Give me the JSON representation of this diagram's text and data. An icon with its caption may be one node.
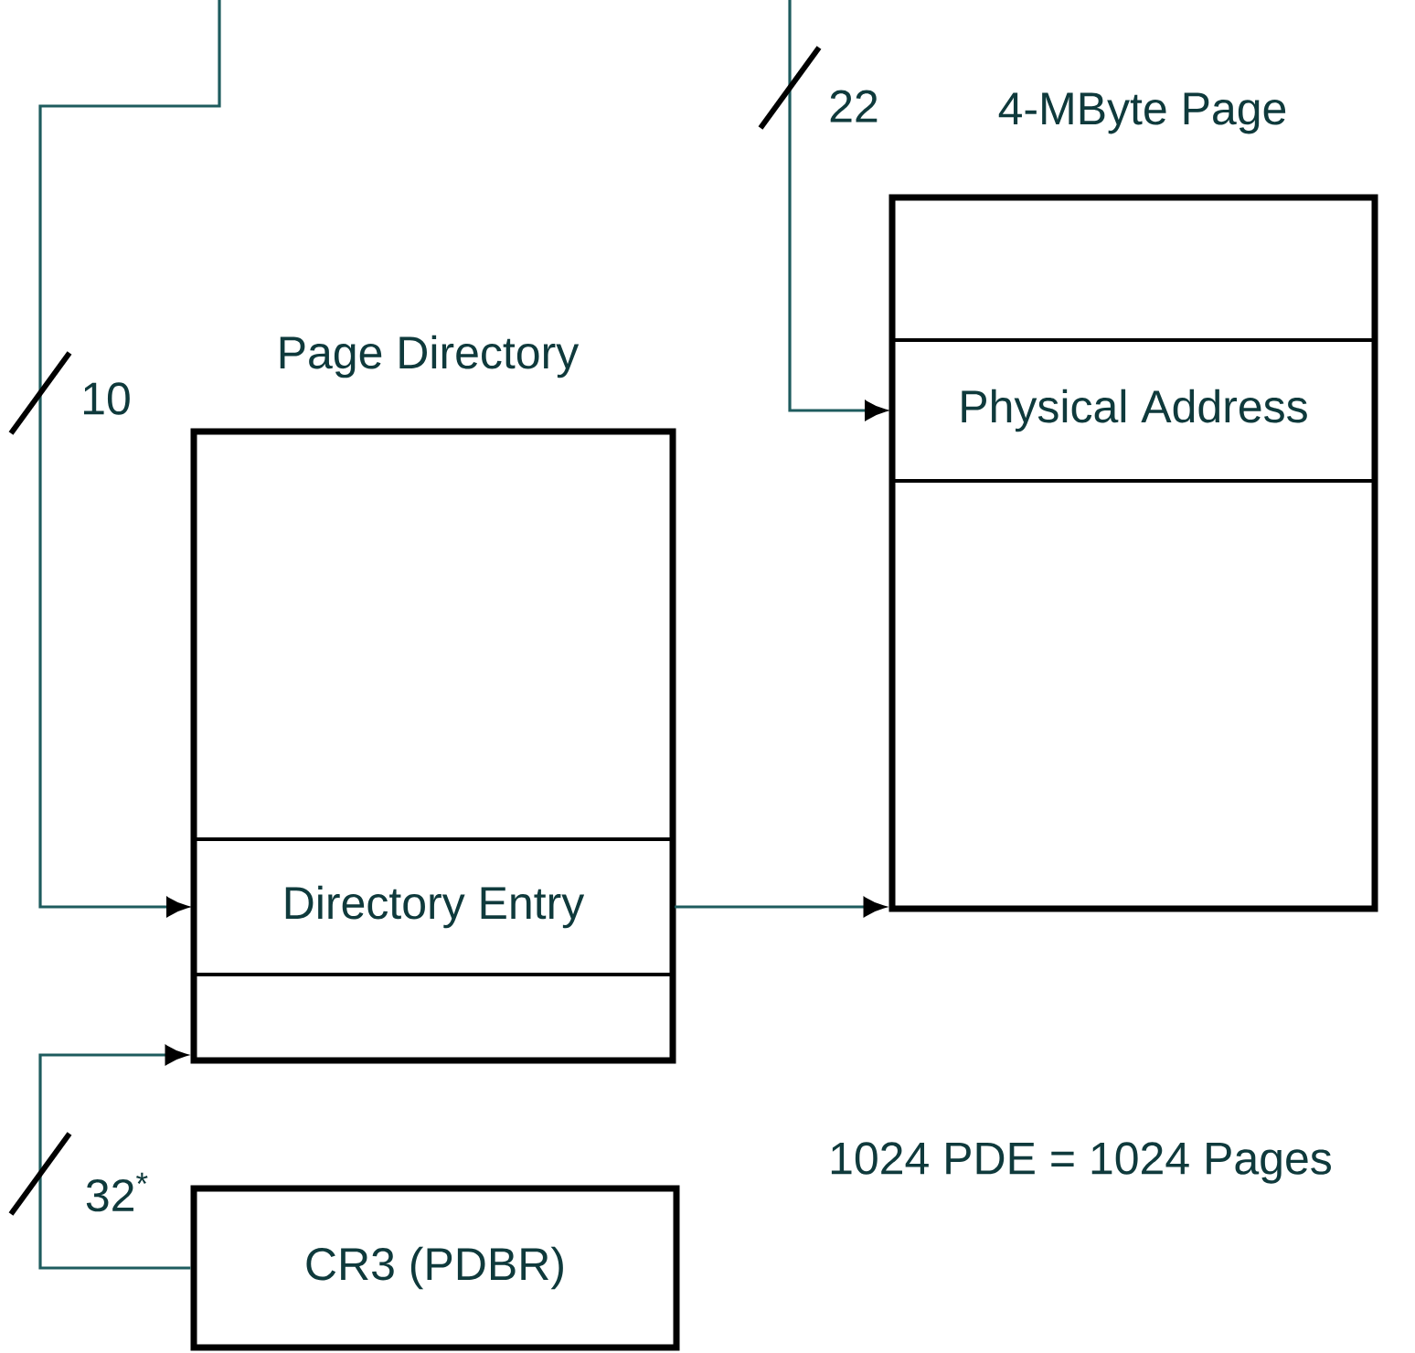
{
  "diagram": {
    "nodes": [
      {
        "text": [
          "Page Directory"
        ]
      },
      {
        "text": [
          "Directory Entry"
        ],
        "in": 0
      },
      {
        "text": [
          "4-MByte Page"
        ]
      },
      {
        "text": [
          "Physical Address"
        ],
        "in": 2
      },
      {
        "text": [
          "CR3 (PDBR)"
        ]
      }
    ],
    "edges": [
      {
        "from": null,
        "to": 1,
        "arrow": "to",
        "label": "10"
      },
      {
        "from": null,
        "to": 3,
        "arrow": "to",
        "label": "22"
      },
      {
        "from": 1,
        "to": 2,
        "arrow": "to"
      },
      {
        "from": 4,
        "to": 0,
        "arrow": "to",
        "label": "32$^{*}$"
      }
    ],
    "labels": [
      "1024 PDE = 1024 Pages"
    ]
  }
}
